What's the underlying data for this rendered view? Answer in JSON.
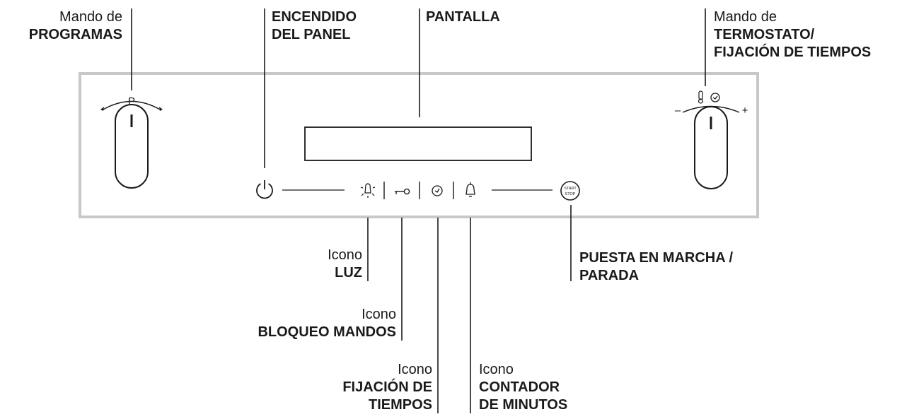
{
  "labels": {
    "programas": {
      "line1": "Mando de",
      "line2": "PROGRAMAS"
    },
    "encendido": {
      "line1": "ENCENDIDO",
      "line2": "DEL PANEL"
    },
    "pantalla": {
      "line1": "PANTALLA"
    },
    "termostato": {
      "line1": "Mando de",
      "line2": "TERMOSTATO/",
      "line3": "FIJACIÓN DE TIEMPOS"
    },
    "luz": {
      "line1": "Icono",
      "line2": "LUZ"
    },
    "bloqueo": {
      "line1": "Icono",
      "line2": "BLOQUEO MANDOS"
    },
    "fijacion": {
      "line1": "Icono",
      "line2": "FIJACIÓN DE",
      "line3": "TIEMPOS"
    },
    "contador": {
      "line1": "Icono",
      "line2": "CONTADOR",
      "line3": "DE MINUTOS"
    },
    "puesta": {
      "line1": "PUESTA EN MARCHA /",
      "line2": "PARADA"
    }
  },
  "knob_programs": {
    "letter": "P"
  },
  "knob_thermostat": {
    "minus": "–",
    "plus": "+"
  },
  "start_stop": {
    "line1": "START",
    "line2": "STOP"
  },
  "colors": {
    "panel_border": "#c8c8c8",
    "ink": "#1a1a1a"
  }
}
